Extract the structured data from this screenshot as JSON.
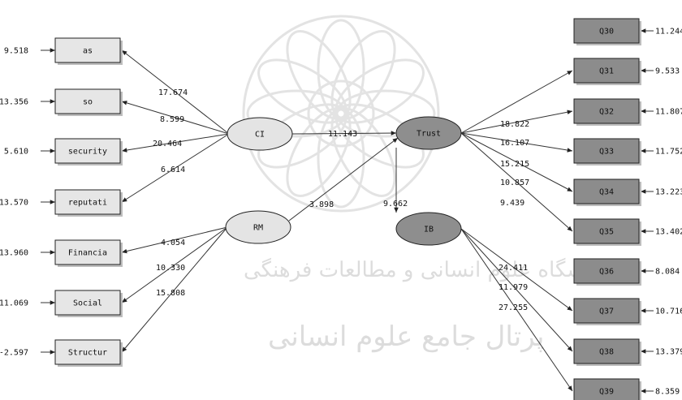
{
  "watermark": {
    "line1": "پژوهشگاه علوم انسانی و مطالعات فرهنگی",
    "line2": "پرتال جامع علوم انسانی"
  },
  "latent": {
    "CI": "CI",
    "RM": "RM",
    "Trust": "Trust",
    "IB": "IB"
  },
  "left_indicators": [
    {
      "label": "as",
      "error": "9.518",
      "loading": "17.674"
    },
    {
      "label": "so",
      "error": "13.356",
      "loading": "8.599"
    },
    {
      "label": "security",
      "error": "5.610",
      "loading": "20.464"
    },
    {
      "label": "reputati",
      "error": "13.570",
      "loading": "6.614"
    },
    {
      "label": "Financia",
      "error": "13.960",
      "loading": "4.054"
    },
    {
      "label": "Social",
      "error": "11.069",
      "loading": "10.330"
    },
    {
      "label": "Structur",
      "error": "-2.597",
      "loading": "15.808"
    }
  ],
  "right_indicators": [
    {
      "label": "Q30",
      "error": "11.244",
      "loading": ""
    },
    {
      "label": "Q31",
      "error": "9.533",
      "loading": "18.822"
    },
    {
      "label": "Q32",
      "error": "11.807",
      "loading": "16.107"
    },
    {
      "label": "Q33",
      "error": "11.752",
      "loading": "15.215"
    },
    {
      "label": "Q34",
      "error": "13.223",
      "loading": "10.857"
    },
    {
      "label": "Q35",
      "error": "13.402",
      "loading": "9.439"
    },
    {
      "label": "Q36",
      "error": "8.084",
      "loading": ""
    },
    {
      "label": "Q37",
      "error": "10.716",
      "loading": "24.411"
    },
    {
      "label": "Q38",
      "error": "13.379",
      "loading": "11.979"
    },
    {
      "label": "Q39",
      "error": "8.359",
      "loading": "27.255"
    }
  ],
  "paths": {
    "ci_trust": "11.143",
    "rm_trust": "3.898",
    "trust_ib": "9.662"
  },
  "colors": {
    "dark_box": "#8c8c8c",
    "light_box": "#e6e6e6",
    "ellipse_light": "#e4e4e4",
    "ellipse_dark": "#8e8e8e"
  }
}
